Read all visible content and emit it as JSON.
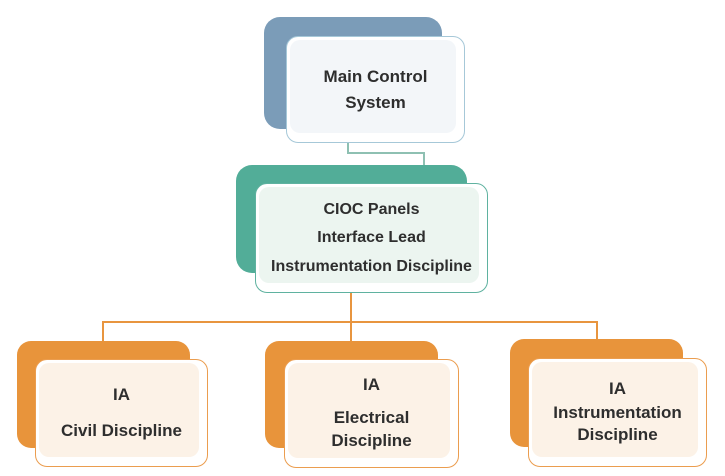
{
  "diagram": {
    "type": "org-chart",
    "edges": [
      {
        "from": "root",
        "to": "interface"
      },
      {
        "from": "interface",
        "to": "leaf_civil"
      },
      {
        "from": "interface",
        "to": "leaf_electrical"
      },
      {
        "from": "interface",
        "to": "leaf_instrumentation"
      }
    ]
  },
  "colors": {
    "root_shadow": "#7b9cb8",
    "root_border": "#a6c8d8",
    "root_fill": "#f3f6f9",
    "interface_shadow": "#52ad98",
    "interface_border": "#5fb2a0",
    "interface_fill": "#ecf5f0",
    "leaf_shadow": "#e8943b",
    "leaf_border": "#eb9d4f",
    "leaf_fill": "#fcf2e7",
    "connector_top": "#8ec0b2",
    "connector_bottom": "#e8953f",
    "text": "#2e2e2e"
  },
  "nodes": {
    "root": {
      "lines": [
        "Main Control System"
      ]
    },
    "interface": {
      "lines": [
        "CIOC Panels",
        "Interface Lead",
        "Instrumentation Discipline"
      ]
    },
    "leaf_civil": {
      "lines": [
        "IA",
        "Civil Discipline"
      ]
    },
    "leaf_electrical": {
      "lines": [
        "IA",
        "Electrical Discipline"
      ]
    },
    "leaf_instrumentation": {
      "lines": [
        "IA",
        "Instrumentation Discipline"
      ]
    }
  }
}
